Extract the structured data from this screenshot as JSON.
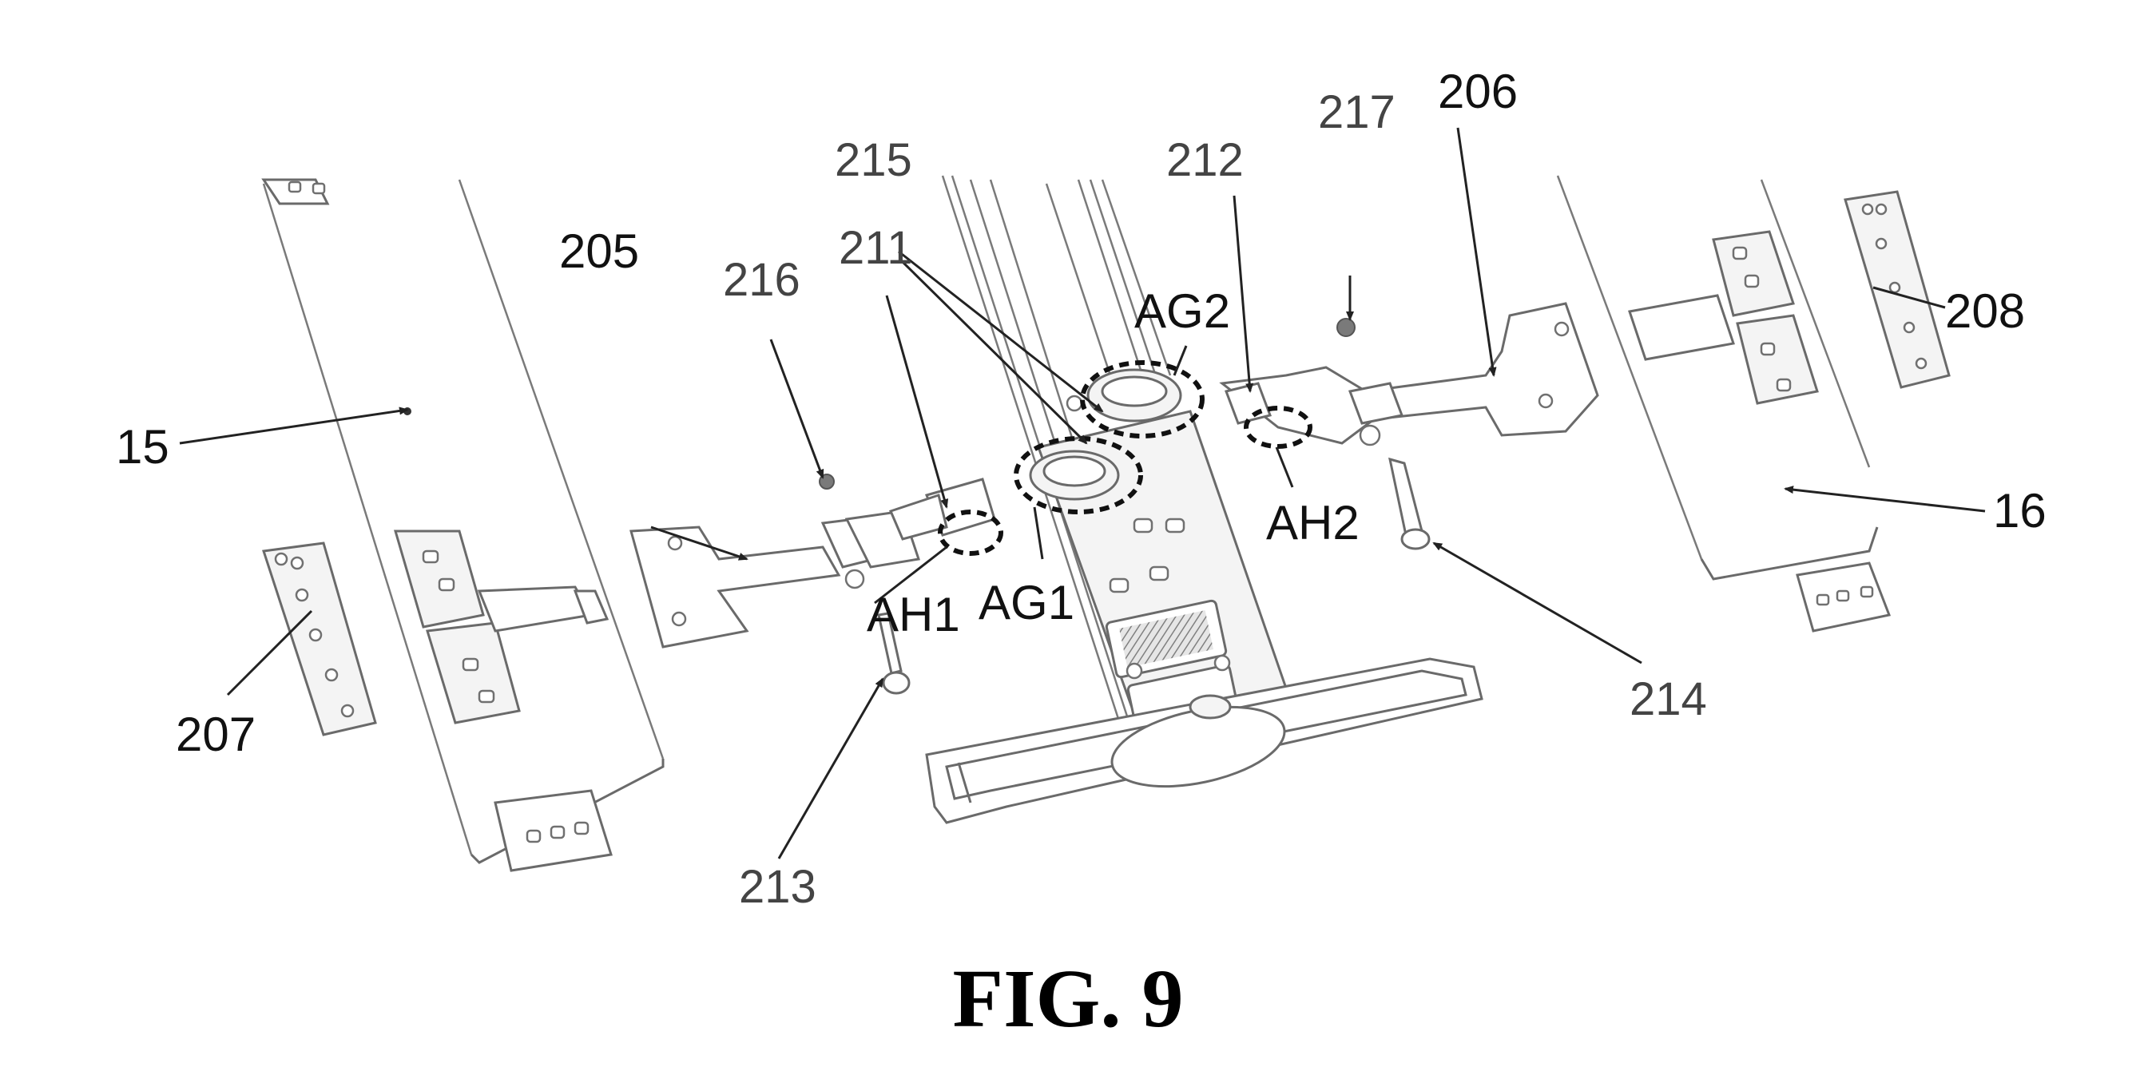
{
  "figure": {
    "caption": "FIG. 9",
    "labels": {
      "l15": "15",
      "l16": "16",
      "l205": "205",
      "l206": "206",
      "l207": "207",
      "l208": "208",
      "l211": "211",
      "l212": "212",
      "l213": "213",
      "l214": "214",
      "l215": "215",
      "l216": "216",
      "l217": "217",
      "ag1": "AG1",
      "ag2": "AG2",
      "ah1": "AH1",
      "ah2": "AH2"
    }
  }
}
